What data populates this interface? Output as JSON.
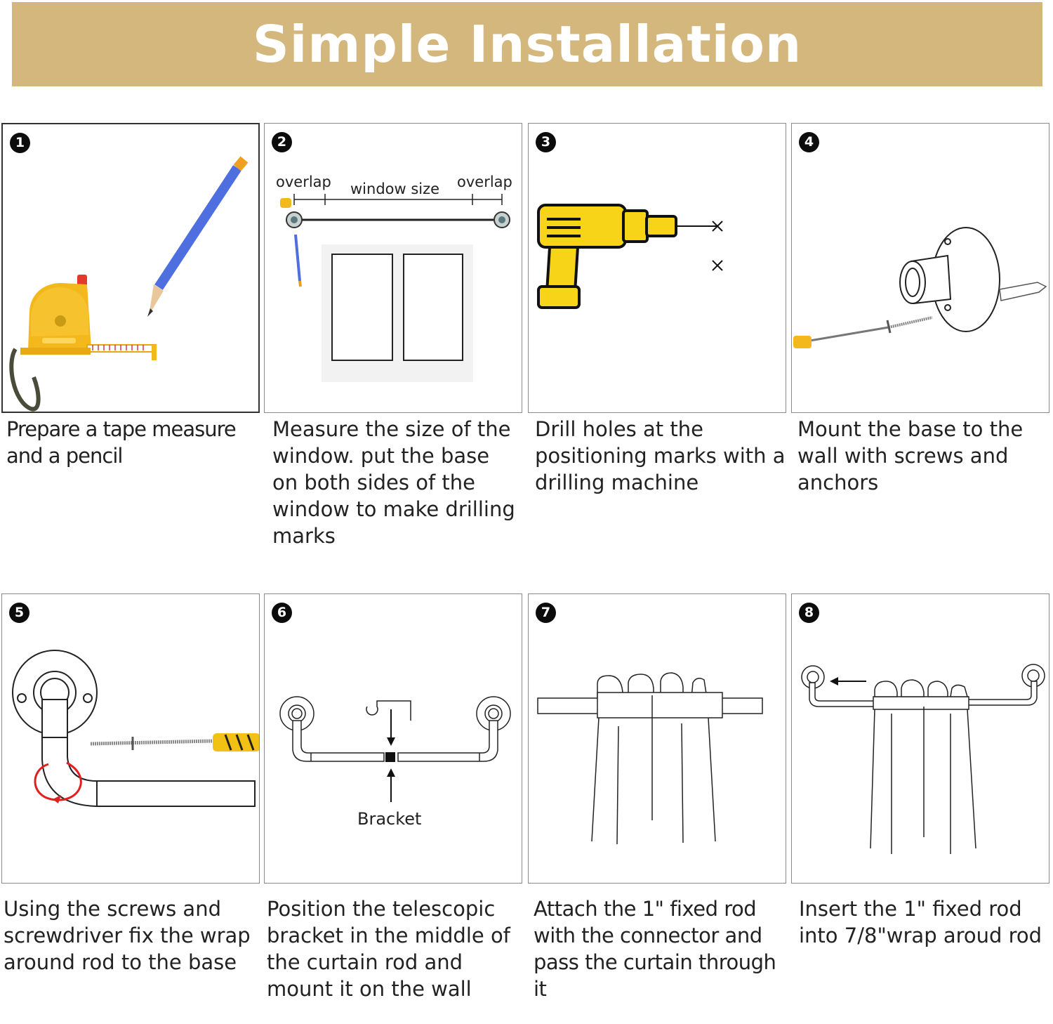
{
  "header": {
    "title": "Simple Installation"
  },
  "steps": [
    {
      "number": "1",
      "caption": "Prepare a tape measure and a pencil"
    },
    {
      "number": "2",
      "caption": "Measure the size of the window. put the base on both sides of the window to make drilling marks",
      "labels": {
        "overlap_left": "overlap",
        "window_size": "window size",
        "overlap_right": "overlap"
      }
    },
    {
      "number": "3",
      "caption": "Drill holes at the positioning marks with a drilling machine"
    },
    {
      "number": "4",
      "caption": "Mount the base to the wall with screws and anchors"
    },
    {
      "number": "5",
      "caption": "Using the screws and screwdriver fix the wrap around rod to the base"
    },
    {
      "number": "6",
      "caption": "Position the telescopic bracket in the middle of the curtain rod and mount it on the wall",
      "labels": {
        "bracket": "Bracket"
      }
    },
    {
      "number": "7",
      "caption": "Attach the 1\" fixed rod with the connector and pass the curtain through it"
    },
    {
      "number": "8",
      "caption": "Insert the 1\" fixed rod into 7/8\"wrap aroud rod"
    }
  ],
  "colors": {
    "banner": "#d4b77d",
    "tape": "#f2b81c",
    "pencil": "#4f6fe0",
    "drill": "#f7d417"
  }
}
